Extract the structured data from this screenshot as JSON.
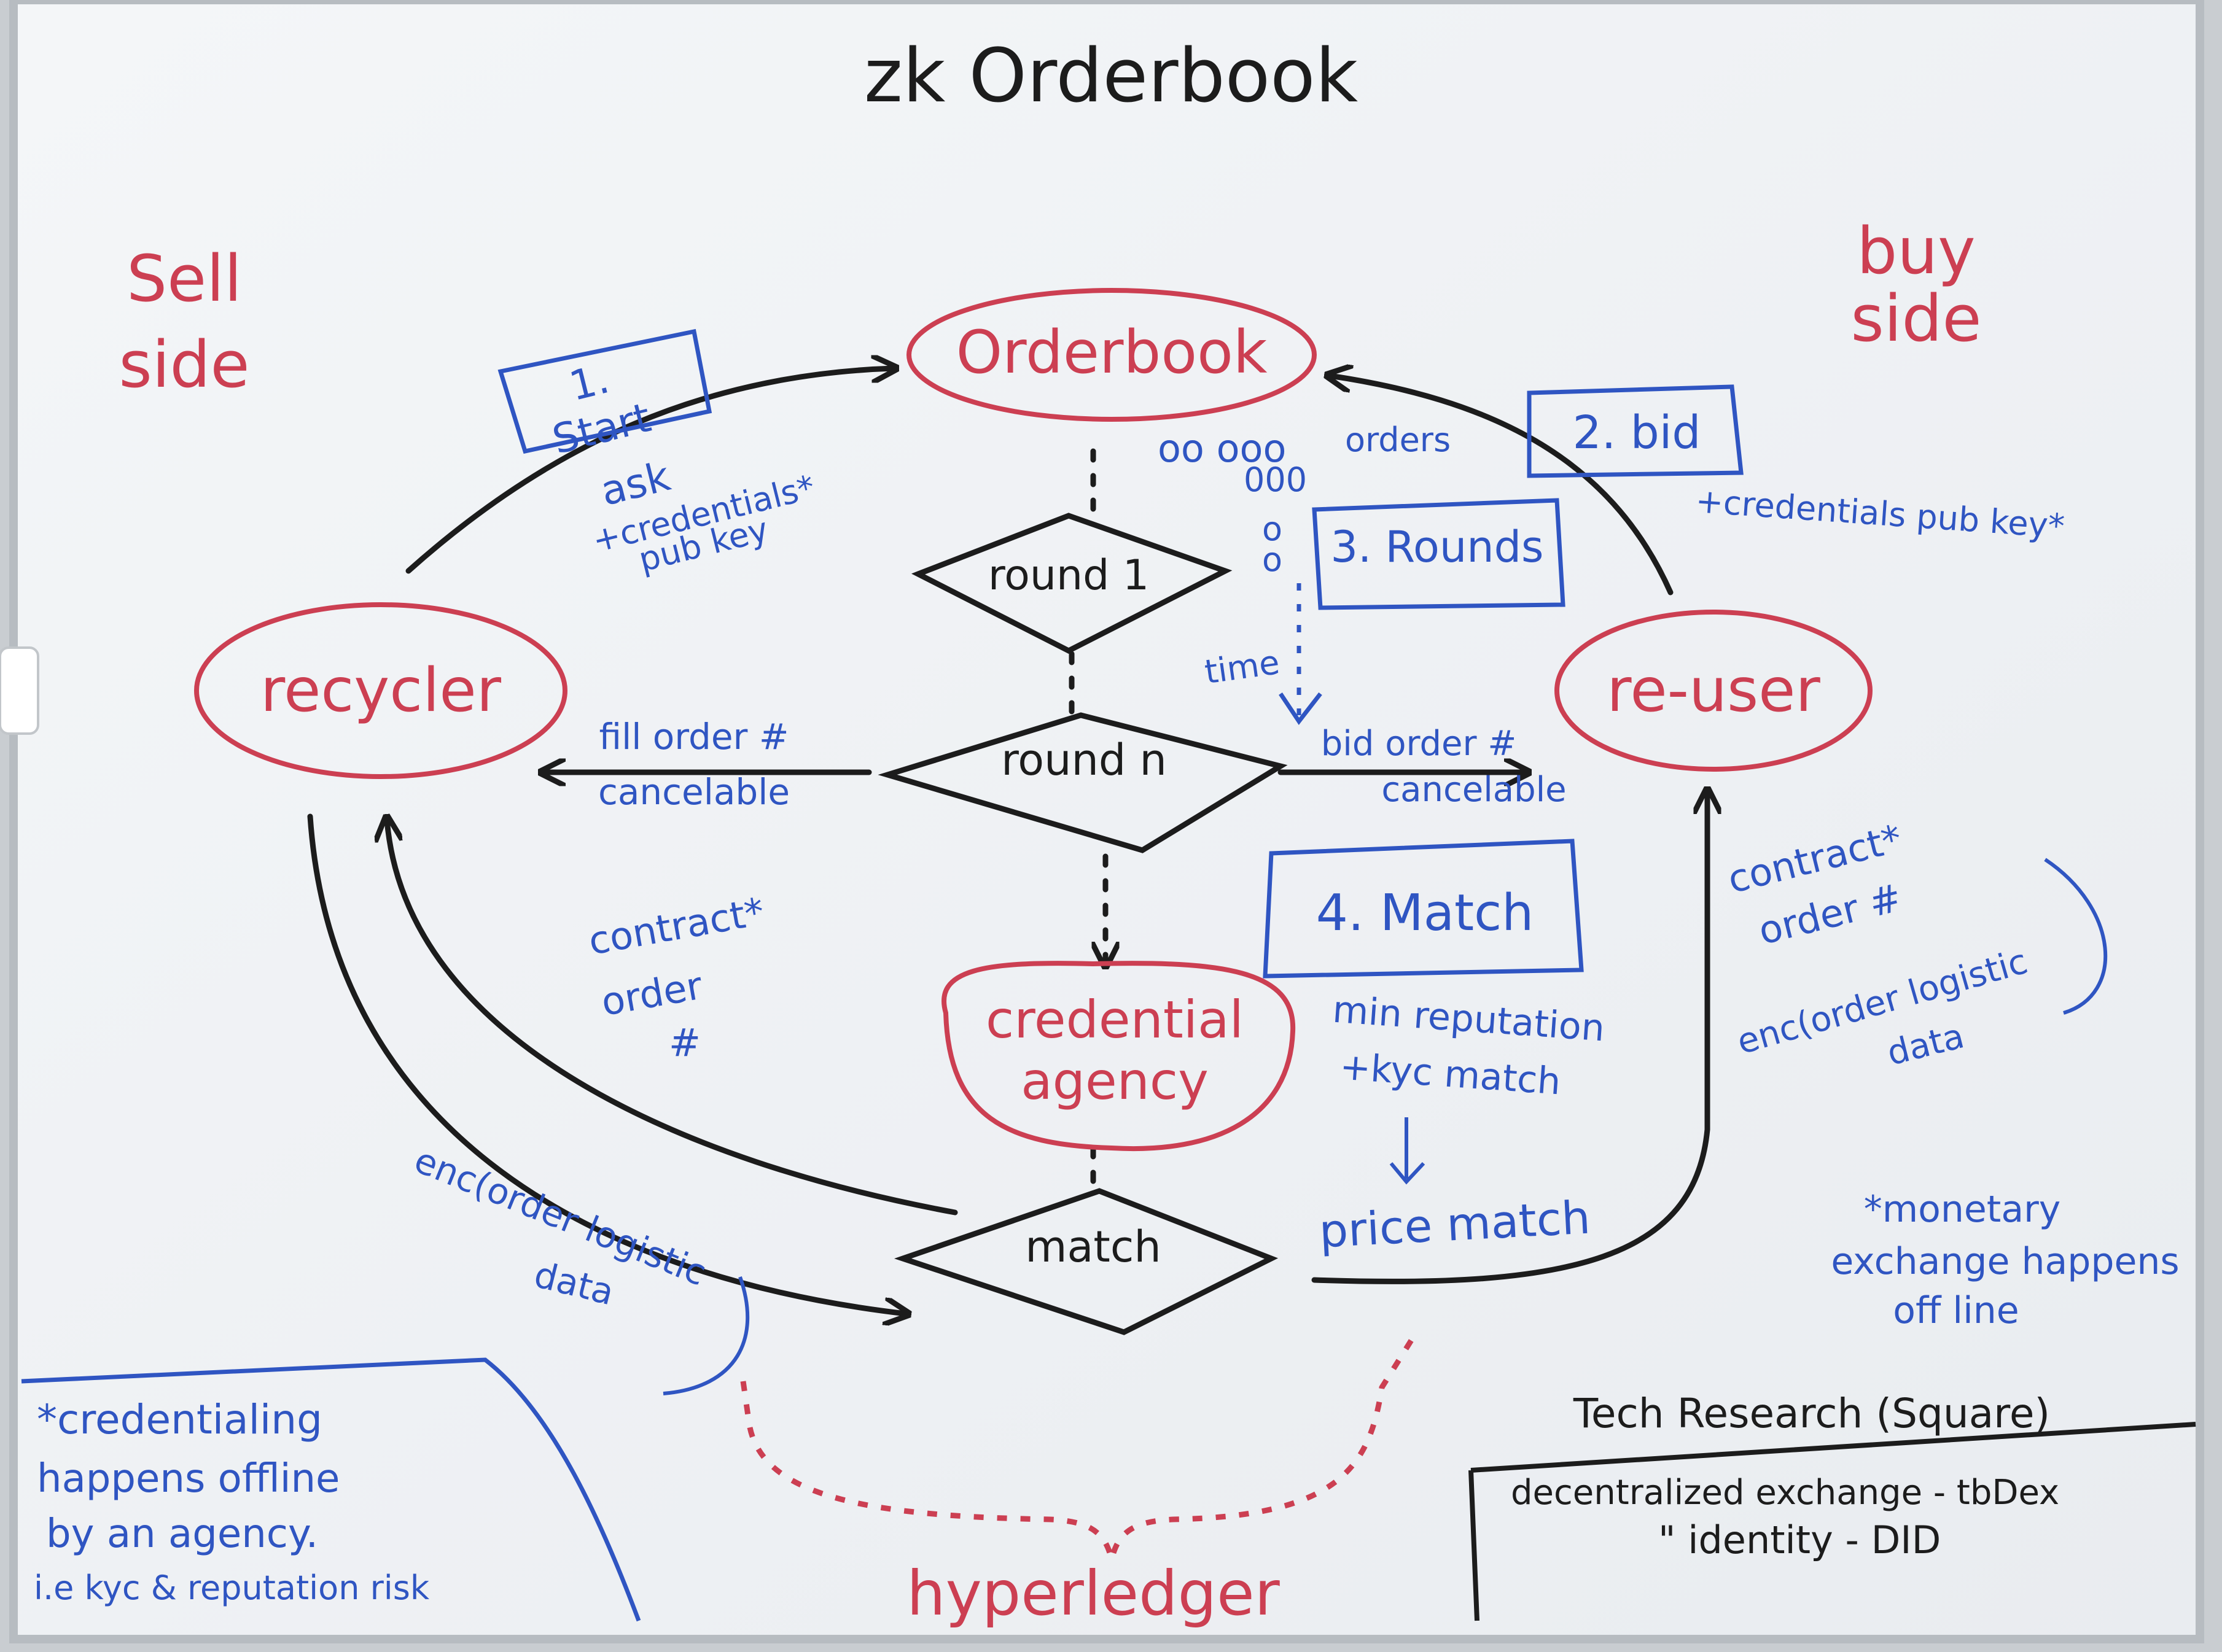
{
  "title": "zk Orderbook",
  "sides": {
    "sell": "Sell side",
    "buy": "buy side"
  },
  "nodes": {
    "orderbook": "Orderbook",
    "recycler": "recycler",
    "reuser": "re-user",
    "credential_agency": [
      "credential",
      "agency"
    ]
  },
  "diamonds": {
    "round1": "round 1",
    "roundn": "round n",
    "match": "match"
  },
  "steps": {
    "start": [
      "1.",
      "Start"
    ],
    "bid": "2. bid",
    "rounds": "3. Rounds",
    "match": "4. Match"
  },
  "labels": {
    "ask": [
      "ask",
      "+credentials*",
      "pub key"
    ],
    "bid_cred": "+credentials pub key*",
    "orders": [
      "orders",
      "000"
    ],
    "time": "time",
    "fill_order": [
      "fill order #",
      "cancelable"
    ],
    "bid_order": [
      "bid order #",
      "cancelable"
    ],
    "contract_left": [
      "contract*",
      "order",
      "#"
    ],
    "contract_right": [
      "contract*",
      "order #"
    ],
    "enc_left": [
      "enc(order logistic",
      "data"
    ],
    "enc_right": [
      "enc(order logistic",
      "data"
    ],
    "min_rep": [
      "min reputation",
      "+kyc match"
    ],
    "price_match": "price match",
    "monetary": [
      "*monetary",
      "exchange happens",
      "off line"
    ],
    "credentialing": [
      "*credentialing",
      "happens offline",
      "by an agency.",
      "i.e kyc & reputation risk"
    ],
    "hyperledger": "hyperledger"
  },
  "tech": {
    "heading": "Tech Research (Square)",
    "rows": [
      "decentralized exchange - tbDex",
      "\"   identity - DID"
    ]
  },
  "colors": {
    "ink_black": "#1c1c1c",
    "ink_red": "#cc3f52",
    "ink_blue": "#2f55c2",
    "board": "#f1f3f6"
  }
}
